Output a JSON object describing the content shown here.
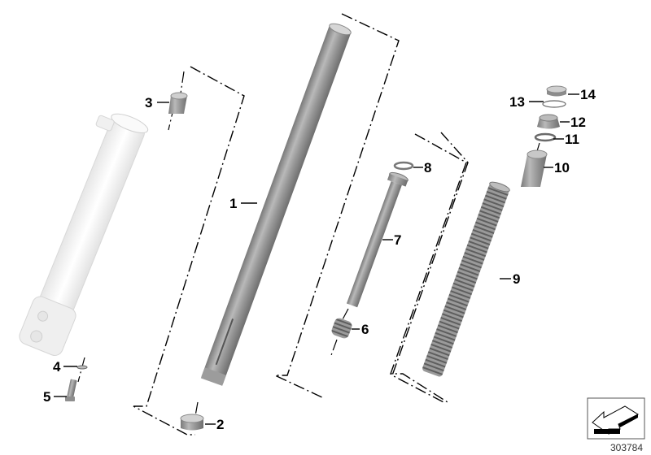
{
  "diagram": {
    "type": "exploded parts diagram",
    "subject": "front fork assembly",
    "reference_number": "303784",
    "callouts": [
      {
        "id": "1",
        "label": "1",
        "part": "fork tube (stanchion)"
      },
      {
        "id": "2",
        "label": "2",
        "part": "bottom cup / bushing"
      },
      {
        "id": "3",
        "label": "3",
        "part": "sleeve / bushing"
      },
      {
        "id": "4",
        "label": "4",
        "part": "sealing washer"
      },
      {
        "id": "5",
        "label": "5",
        "part": "bolt"
      },
      {
        "id": "6",
        "label": "6",
        "part": "rebound spring"
      },
      {
        "id": "7",
        "label": "7",
        "part": "damper rod"
      },
      {
        "id": "8",
        "label": "8",
        "part": "piston ring"
      },
      {
        "id": "9",
        "label": "9",
        "part": "fork spring"
      },
      {
        "id": "10",
        "label": "10",
        "part": "spacer tube"
      },
      {
        "id": "11",
        "label": "11",
        "part": "washer"
      },
      {
        "id": "12",
        "label": "12",
        "part": "screw plug"
      },
      {
        "id": "13",
        "label": "13",
        "part": "O-ring"
      },
      {
        "id": "14",
        "label": "14",
        "part": "cap"
      }
    ],
    "colors": {
      "metal_dark": "#8a8a8a",
      "metal_light": "#c8c8c8",
      "housing": "#f2f2f2",
      "line": "#000000"
    }
  }
}
